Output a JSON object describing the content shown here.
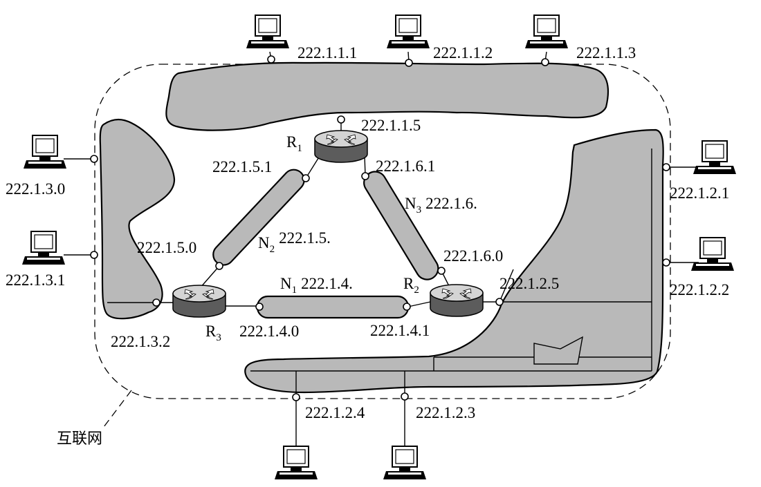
{
  "internet_label": "互联网",
  "routers": {
    "r1": {
      "main": "R",
      "sub": "1"
    },
    "r2": {
      "main": "R",
      "sub": "2"
    },
    "r3": {
      "main": "R",
      "sub": "3"
    }
  },
  "networks": {
    "n1": {
      "main": "N",
      "sub": "1",
      "addr": "222.1.4."
    },
    "n2": {
      "main": "N",
      "sub": "2",
      "addr": "222.1.5."
    },
    "n3": {
      "main": "N",
      "sub": "3",
      "addr": "222.1.6."
    }
  },
  "addresses": {
    "a_1_1_1": "222.1.1.1",
    "a_1_1_2": "222.1.1.2",
    "a_1_1_3": "222.1.1.3",
    "a_1_1_5": "222.1.1.5",
    "a_1_5_1": "222.1.5.1",
    "a_1_6_1": "222.1.6.1",
    "a_1_3_0": "222.1.3.0",
    "a_1_3_1": "222.1.3.1",
    "a_1_2_1": "222.1.2.1",
    "a_1_2_2": "222.1.2.2",
    "a_1_5_0": "222.1.5.0",
    "a_1_6_0": "222.1.6.0",
    "a_1_2_5": "222.1.2.5",
    "a_1_3_2": "222.1.3.2",
    "a_1_4_0": "222.1.4.0",
    "a_1_4_1": "222.1.4.1",
    "a_1_2_4": "222.1.2.4",
    "a_1_2_3": "222.1.2.3"
  }
}
